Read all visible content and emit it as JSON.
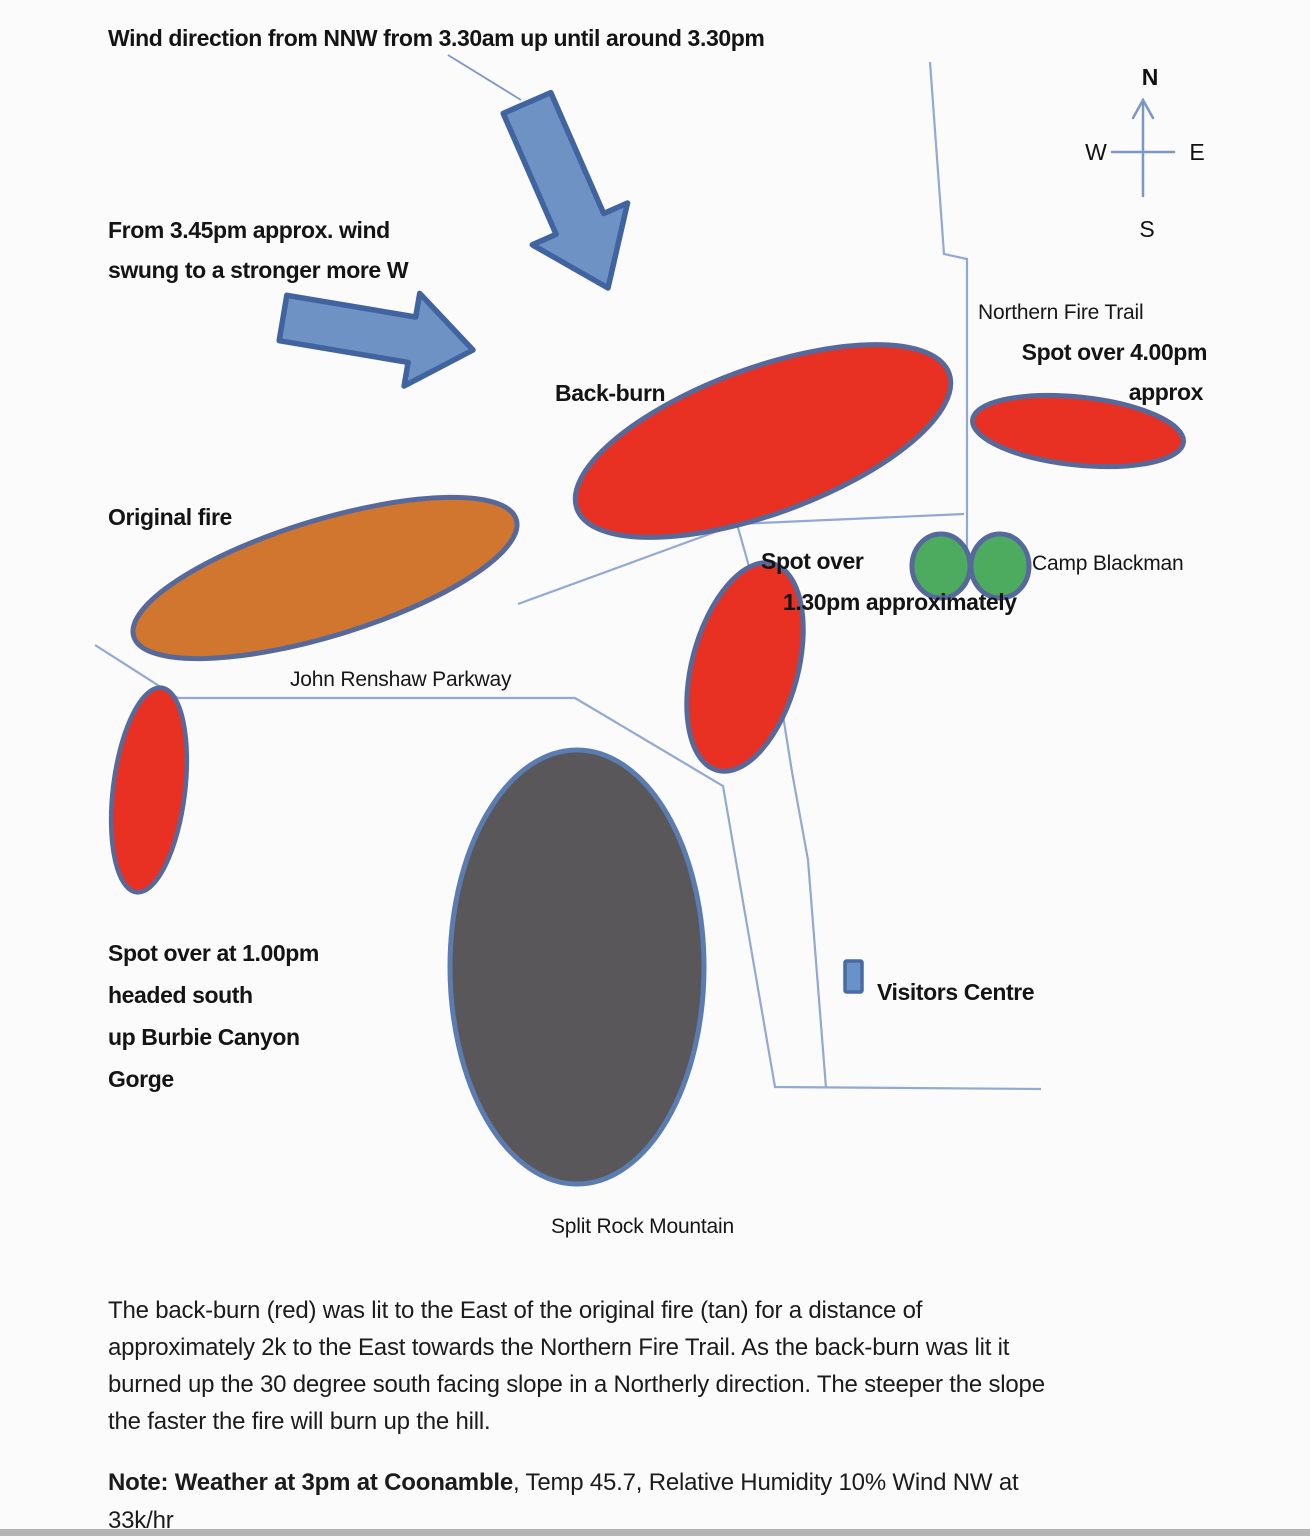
{
  "colors": {
    "red": "#e83122",
    "tan": "#d1762f",
    "gray": "#595759",
    "green": "#4cab5e",
    "shape_stroke": "#57699a",
    "mountain_stroke": "#5b7cb0",
    "road": "#92a9d1",
    "compass_line": "#7b97c7",
    "arrow_fill": "#6e92c4",
    "arrow_stroke": "#41639f",
    "marker_fill": "#6a92c8",
    "marker_stroke": "#486ba4"
  },
  "annotations": {
    "wind_nnw": "Wind direction from NNW from 3.30am up until around 3.30pm",
    "wind_w_line1": "From 3.45pm approx. wind",
    "wind_w_line2": "swung to a stronger more W"
  },
  "compass": {
    "n": "N",
    "w": "W",
    "e": "E",
    "s": "S"
  },
  "map_labels": {
    "northern_fire_trail": "Northern Fire Trail",
    "spot_over_4pm_line1": "Spot over 4.00pm",
    "spot_over_4pm_line2": "approx",
    "back_burn": "Back-burn",
    "original_fire": "Original fire",
    "spot_over_130_line1": "Spot over",
    "spot_over_130_line2": "1.30pm approximately",
    "camp_blackman": "Camp Blackman",
    "john_renshaw_parkway": "John Renshaw Parkway",
    "spot_over_1pm_line1": "Spot over at 1.00pm",
    "spot_over_1pm_line2": "headed south",
    "spot_over_1pm_line3": "up Burbie Canyon",
    "spot_over_1pm_line4": "Gorge",
    "visitors_centre": "Visitors Centre",
    "split_rock_mountain": "Split Rock Mountain"
  },
  "description": {
    "lines": [
      "The back-burn (red) was lit to the East of the original fire (tan) for a distance of",
      "approximately 2k to the East towards the Northern Fire Trail. As the back-burn was lit it",
      "burned up the 30 degree south facing slope in a Northerly direction. The steeper the slope",
      "the faster the fire will burn up the hill."
    ]
  },
  "note": {
    "bold": "Note: Weather at 3pm at Coonamble",
    "regular": ", Temp 45.7, Relative Humidity 10% Wind NW at",
    "line2": "33k/hr"
  }
}
